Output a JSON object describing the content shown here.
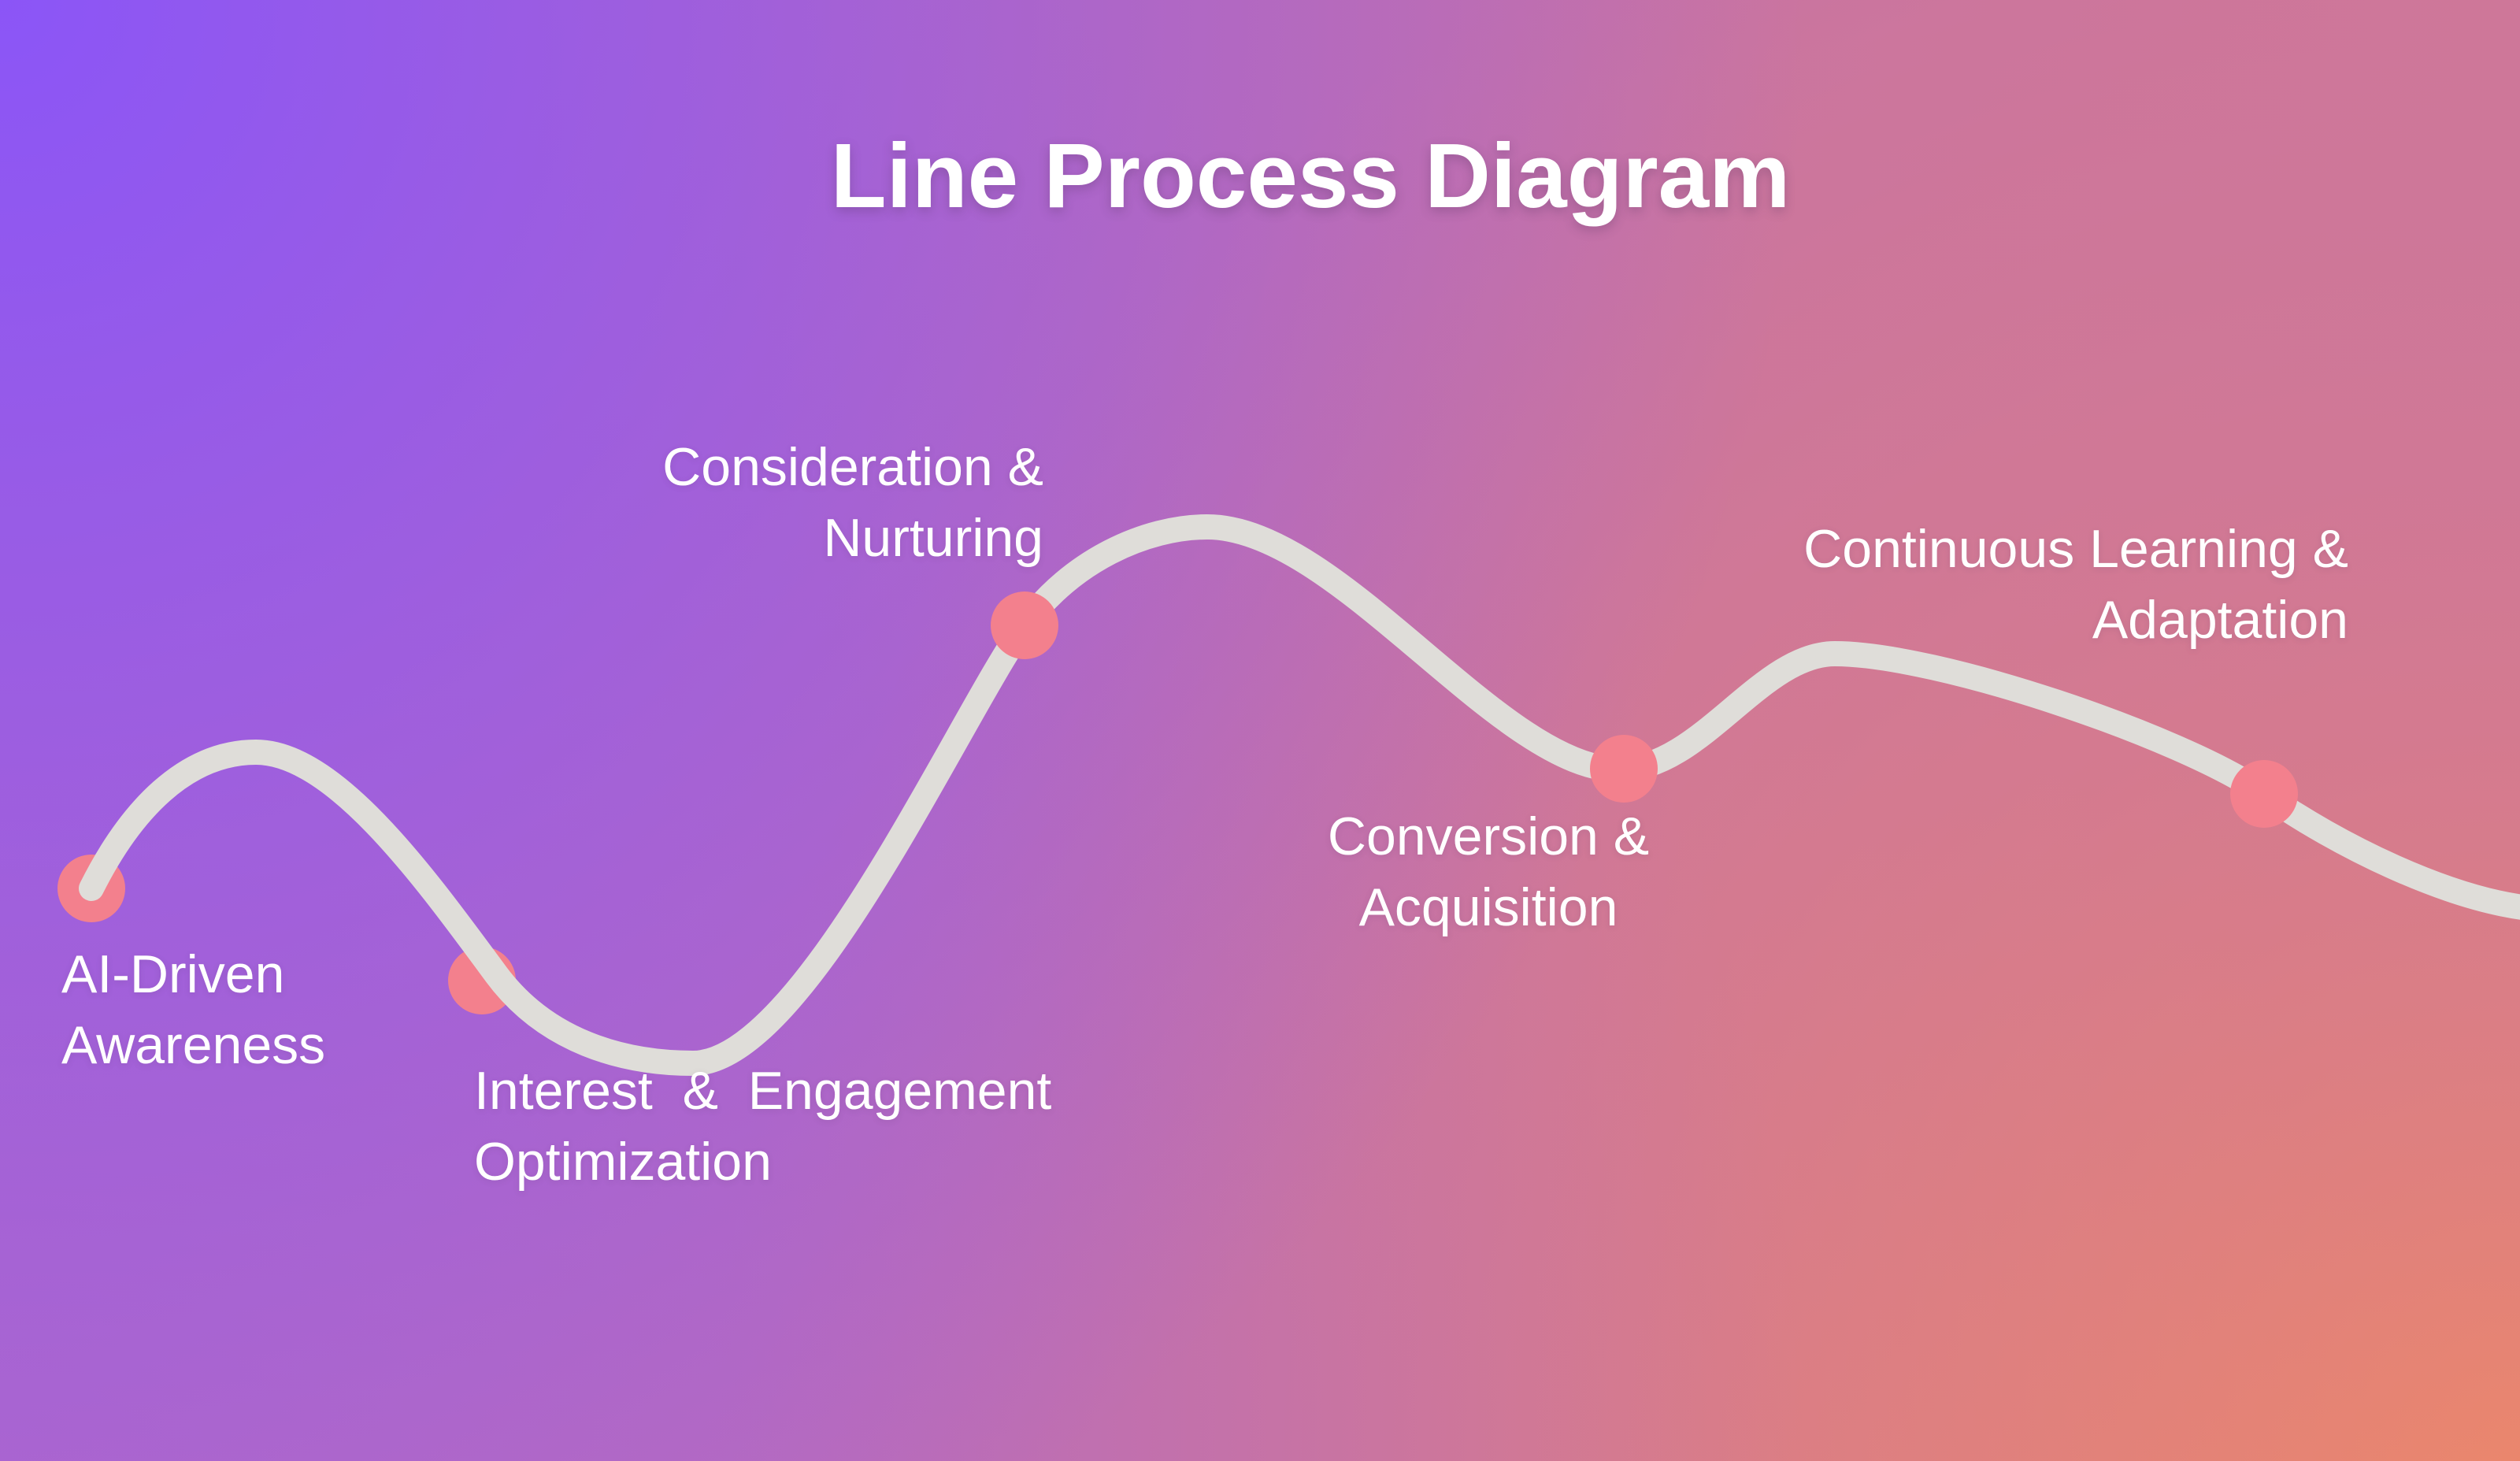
{
  "page": {
    "title": "Line Process Diagram"
  },
  "diagram": {
    "steps": [
      {
        "id": 1,
        "label": "AI-Driven\nAwareness"
      },
      {
        "id": 2,
        "label": "Interest  &  Engagement\nOptimization"
      },
      {
        "id": 3,
        "label": "Consideration &\nNurturing"
      },
      {
        "id": 4,
        "label": "Conversion &\nAcquisition"
      },
      {
        "id": 5,
        "label": "Continuous Learning &\nAdaptation"
      }
    ],
    "colors": {
      "background_top_left": "#8b55f7",
      "background_top_right": "#ce7799",
      "background_bottom_left": "#b068c8",
      "background_bottom_right": "#f18a62",
      "line": "#dfddd9",
      "dot": "#f3808d",
      "text": "#ffffff"
    }
  }
}
